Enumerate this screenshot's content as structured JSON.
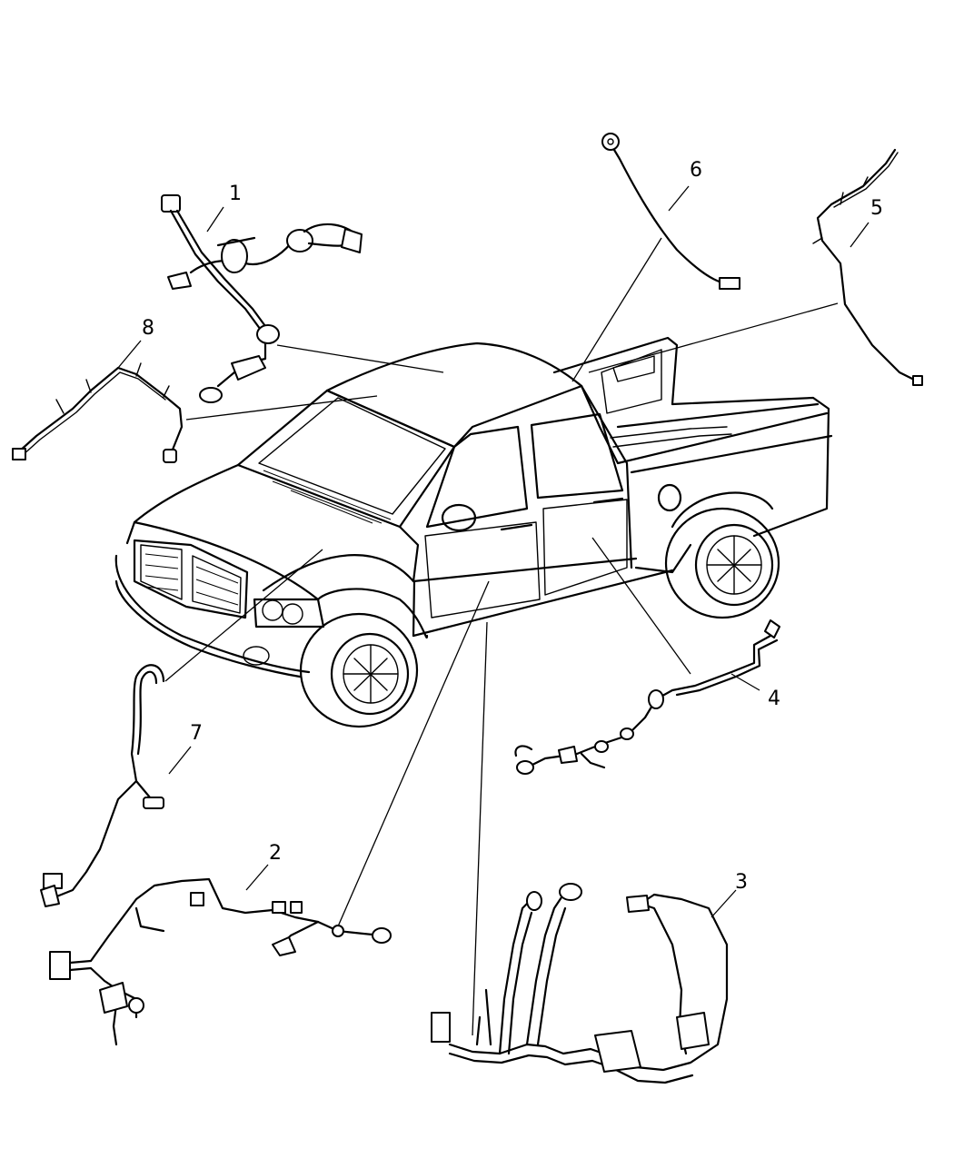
{
  "callouts": [
    {
      "id": 1,
      "text": "1"
    },
    {
      "id": 2,
      "text": "2"
    },
    {
      "id": 3,
      "text": "3"
    },
    {
      "id": 4,
      "text": "4"
    },
    {
      "id": 5,
      "text": "5"
    },
    {
      "id": 6,
      "text": "6"
    },
    {
      "id": 7,
      "text": "7"
    },
    {
      "id": 8,
      "text": "8"
    }
  ]
}
